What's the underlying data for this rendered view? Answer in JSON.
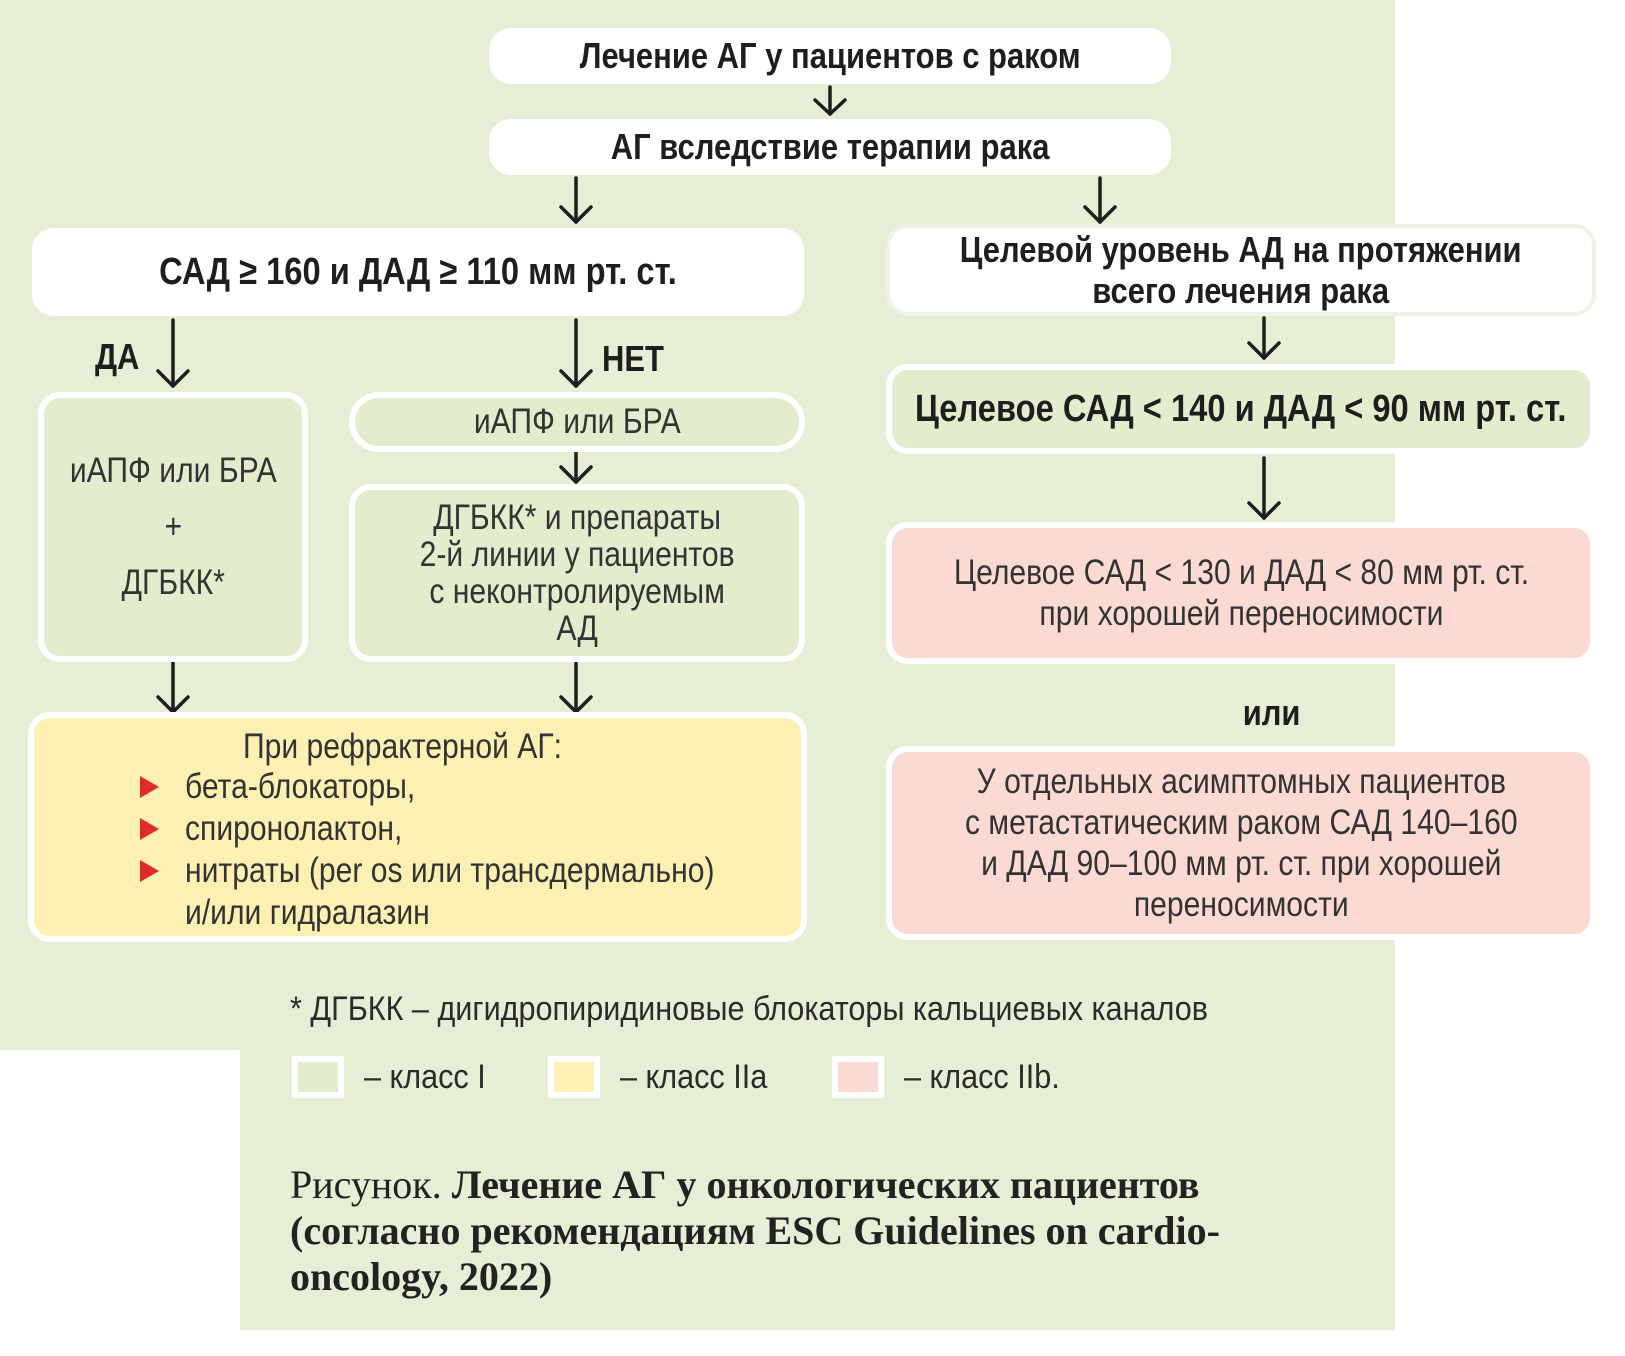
{
  "nodes": {
    "top_title": "Лечение АГ у пациентов с раком",
    "cause": "АГ вследствие терапии рака",
    "sbp_check": "САД ≥ 160 и ДАД ≥ 110 мм рт. ст.",
    "target_line1": "Целевой уровень АД на протяжении",
    "target_line2": "всего лечения рака",
    "yes_line1": "иАПФ или БРА",
    "yes_line2": "+",
    "yes_line3": "ДГБКК*",
    "no_first": "иАПФ или БРА",
    "no_second_line1": "ДГБКК* и препараты",
    "no_second_line2": "2-й линии у пациентов",
    "no_second_line3": "с неконтролируемым",
    "no_second_line4": "АД",
    "target_140": "Целевое САД < 140 и ДАД < 90 мм рт. ст.",
    "target_130_line1": "Целевое САД < 130 и ДАД < 80 мм рт. ст.",
    "target_130_line2": "при хорошей переносимости",
    "or_label": "или",
    "metastatic_line1": "У отдельных асимптомных пациентов",
    "metastatic_line2": "с метастатическим раком САД 140–160",
    "metastatic_line3": "и ДАД 90–100 мм рт. ст. при хорошей",
    "metastatic_line4": "переносимости",
    "refractory_title": "При рефрактерной АГ:",
    "refractory_items": [
      "бета-блокаторы,",
      "спиронолактон,",
      "нитраты (per os или трансдермально)"
    ],
    "refractory_last": "и/или гидралазин"
  },
  "labels": {
    "yes": "ДА",
    "no": "НЕТ"
  },
  "footnote": "* ДГБКК – дигидропиридиновые блокаторы кальциевых каналов",
  "legend": [
    {
      "text": "– класс I",
      "color": "#e3edcd"
    },
    {
      "text": "– класс IIa",
      "color": "#fcf0b2"
    },
    {
      "text": "– класс IIb.",
      "color": "#fbdad3"
    }
  ],
  "caption": {
    "prefix": "Рисунок.",
    "title_line1": "Лечение АГ у онкологических пациентов",
    "title_line2": "(согласно рекомендациям ESC Guidelines on cardio-",
    "title_line3": "oncology, 2022)"
  },
  "colors": {
    "background": "#e6efd6",
    "class_I": "#e3edcd",
    "class_IIa": "#fcf0b2",
    "class_IIb": "#fbdad3",
    "bullet": "#e02a2a"
  }
}
